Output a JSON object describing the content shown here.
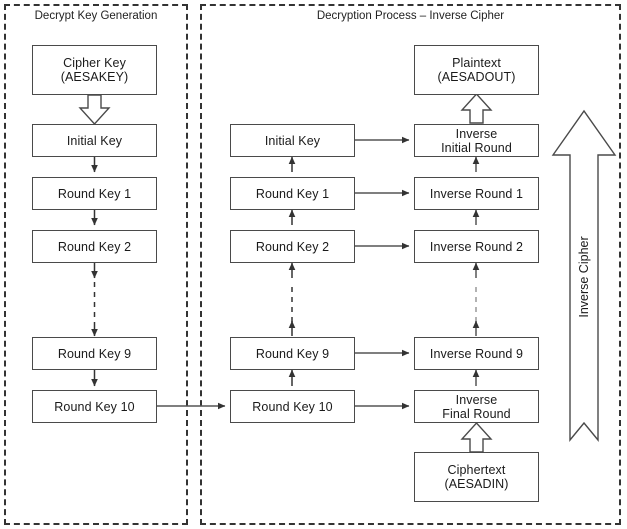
{
  "panels": [
    {
      "name": "decrypt-key-generation",
      "title": "Decrypt Key Generation"
    },
    {
      "name": "decryption-process",
      "title": "Decryption Process – Inverse Cipher"
    }
  ],
  "key_generation": {
    "cipher_key": {
      "line1": "Cipher Key",
      "line2": "(AESAKEY)"
    },
    "items": [
      {
        "label": "Initial Key"
      },
      {
        "label": "Round Key 1"
      },
      {
        "label": "Round Key 2"
      },
      {
        "label": "Round Key 9"
      },
      {
        "label": "Round Key 10"
      }
    ]
  },
  "round_keys": [
    {
      "label": "Initial Key"
    },
    {
      "label": "Round Key 1"
    },
    {
      "label": "Round Key 2"
    },
    {
      "label": "Round Key 9"
    },
    {
      "label": "Round Key 10"
    }
  ],
  "inverse_rounds": [
    {
      "line1": "Inverse",
      "line2": "Initial Round"
    },
    {
      "line1": "Inverse Round 1",
      "line2": ""
    },
    {
      "line1": "Inverse Round 2",
      "line2": ""
    },
    {
      "line1": "Inverse Round 9",
      "line2": ""
    },
    {
      "line1": "Inverse",
      "line2": "Final Round"
    }
  ],
  "plaintext": {
    "line1": "Plaintext",
    "line2": "(AESADOUT)"
  },
  "ciphertext": {
    "line1": "Ciphertext",
    "line2": "(AESADIN)"
  },
  "big_arrow": {
    "label": "Inverse Cipher"
  },
  "colors": {
    "box_border": "#4a4a4a",
    "panel_border": "#333333",
    "wire": "#555555",
    "text": "#1a1a1a",
    "background": "#ffffff"
  }
}
